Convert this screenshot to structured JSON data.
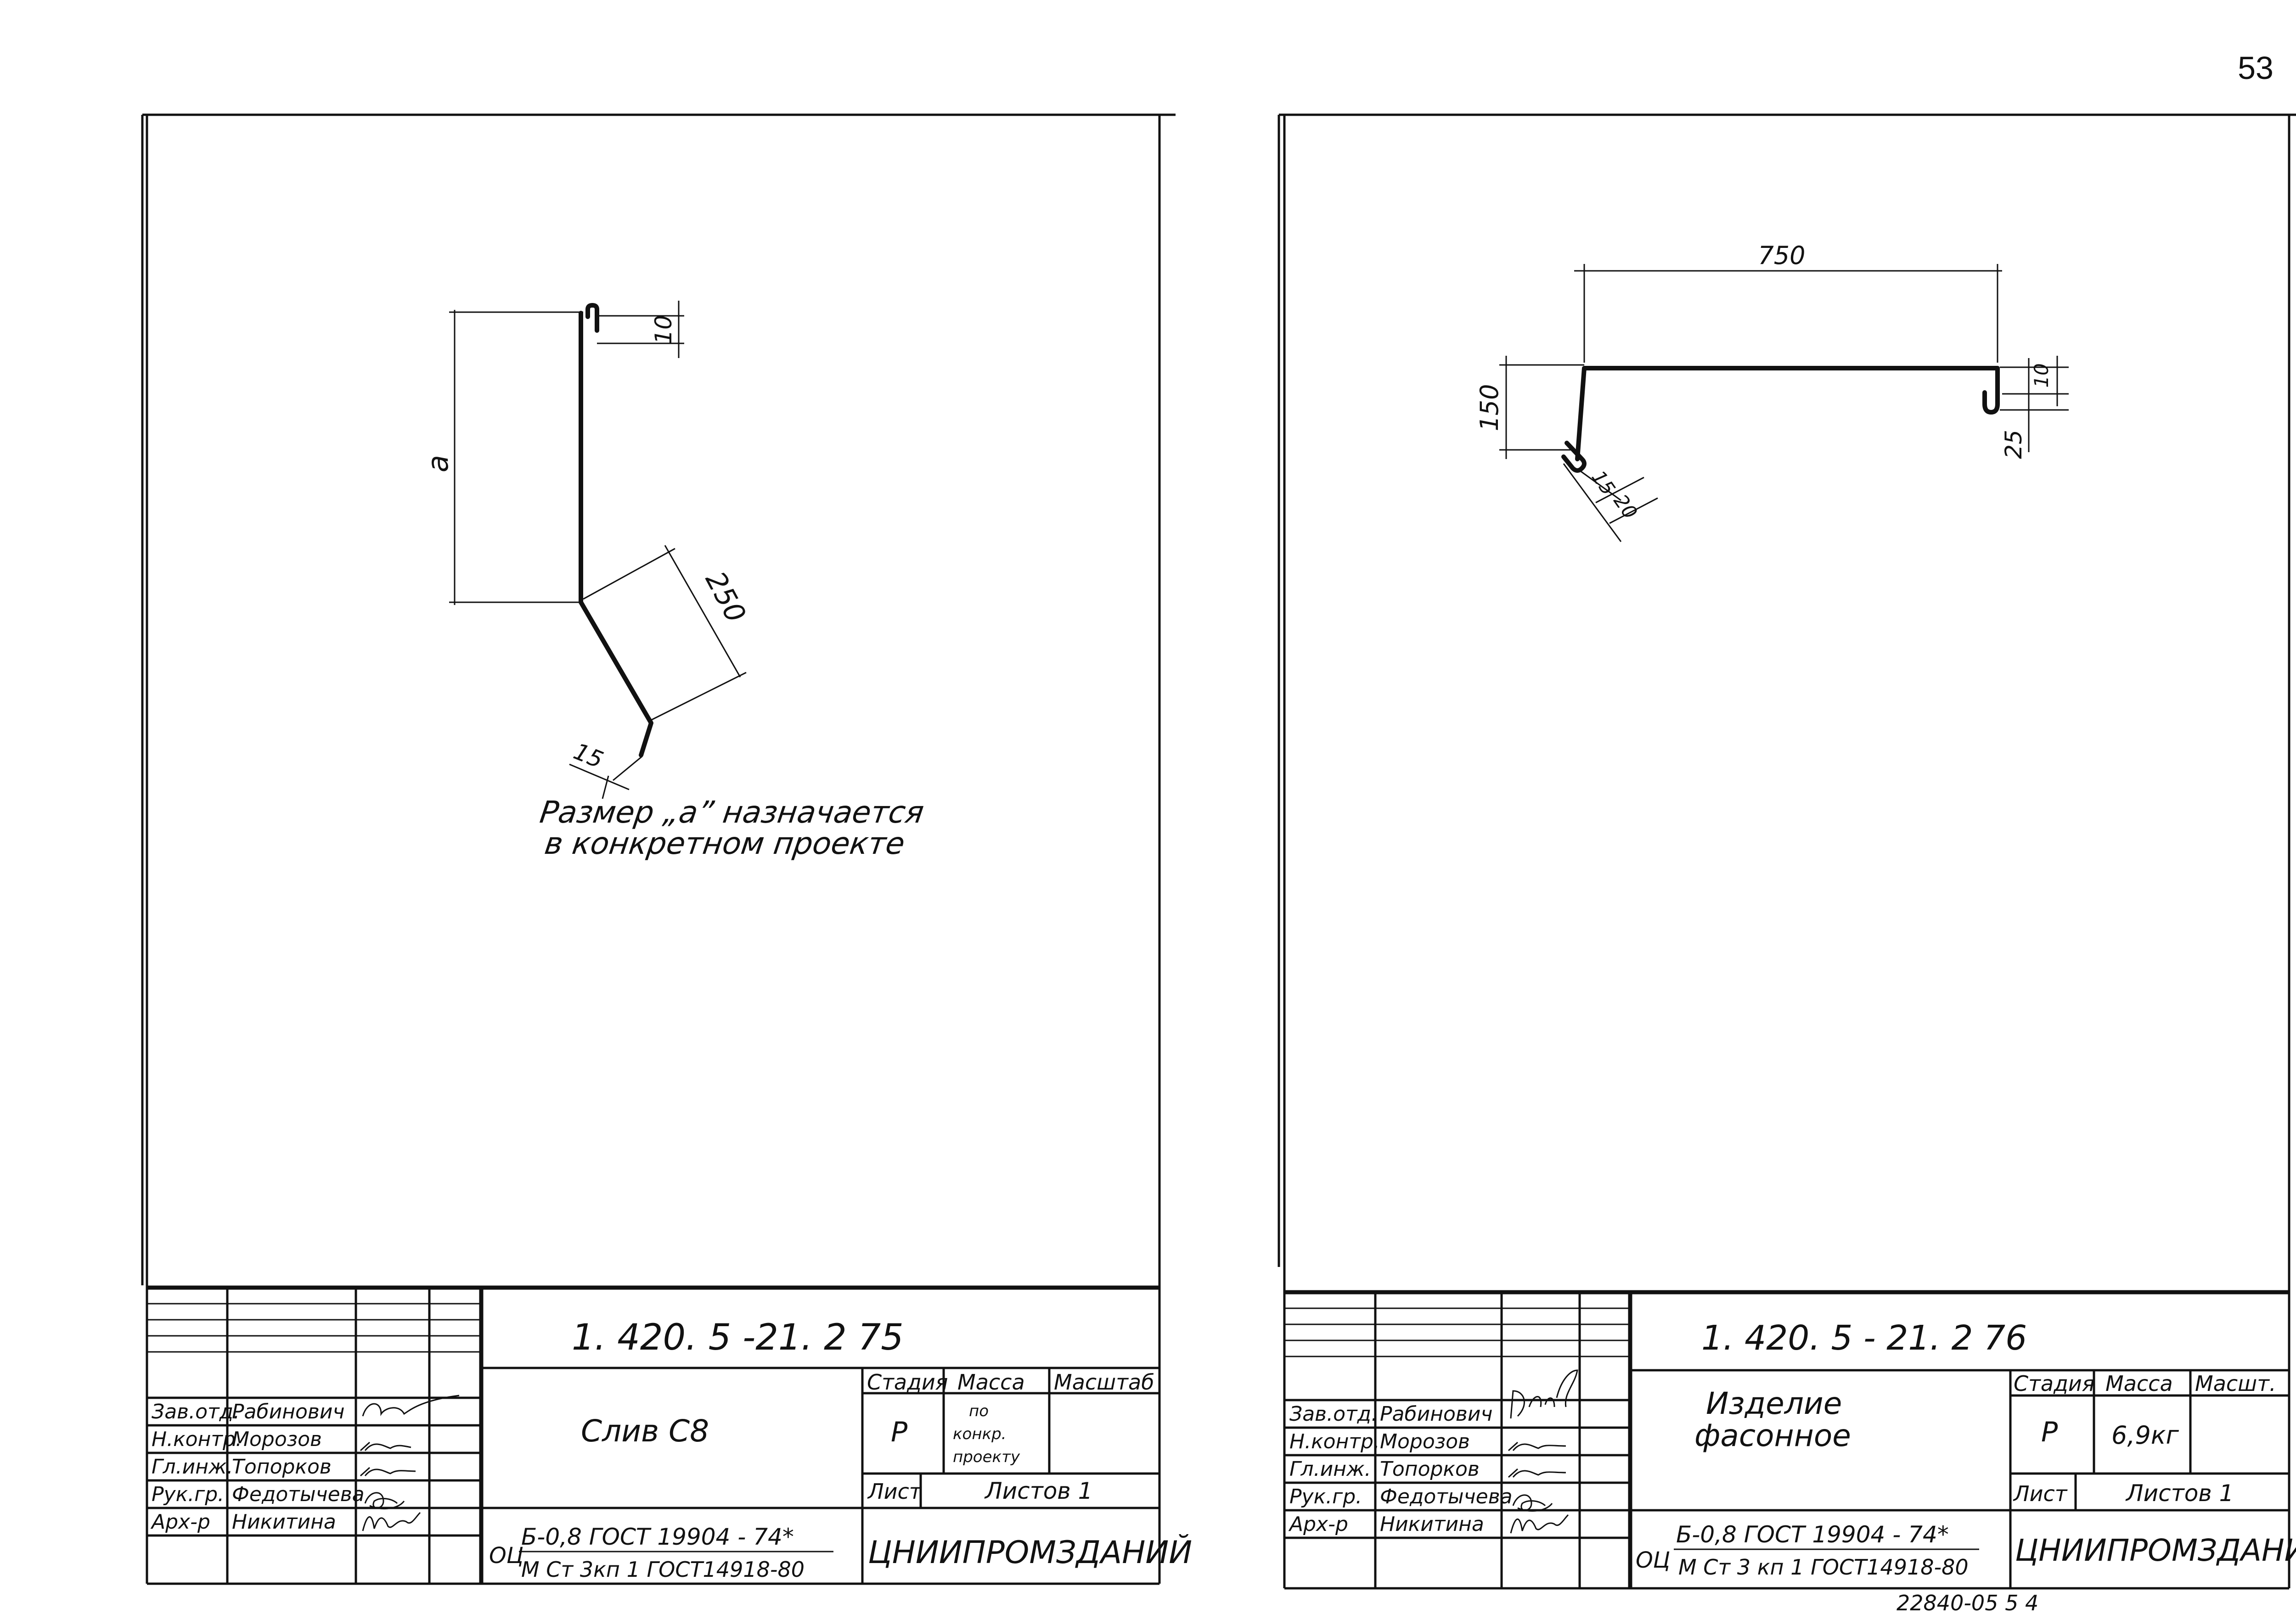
{
  "page_number": "53",
  "footer_code": "22840-05   5 4",
  "sheets": [
    {
      "id": "left",
      "designation": "1. 420. 5  -21. 2   75",
      "title_lines": [
        "Слив  С8"
      ],
      "stage_header": "Стадия",
      "mass_header": "Масса",
      "scale_header": "Масштаб",
      "stage": "Р",
      "mass_lines": [
        "по",
        "конкр.",
        "проекту"
      ],
      "sheet_label": "Лист",
      "sheets_label": "Листов 1",
      "material_prefix": "ОЦ",
      "material_top": "Б-0,8  ГОСТ 19904 - 74*",
      "material_bottom": "М Ст 3кп 1 ГОСТ14918-80",
      "organization": "ЦНИИПРОМЗДАНИЙ",
      "staff": [
        {
          "role": "Зав.отд.",
          "name": "Рабинович",
          "signature": "Рабинович"
        },
        {
          "role": "Н.контр.",
          "name": "Морозов",
          "signature": "Топорков"
        },
        {
          "role": "Гл.инж.",
          "name": "Топорков",
          "signature": "Топорков"
        },
        {
          "role": "Рук.гр.",
          "name": "Федотычева",
          "signature": "Федотычева"
        },
        {
          "role": "Арх-р",
          "name": "Никитина",
          "signature": "Никитина"
        }
      ],
      "dimensions": {
        "a": "а",
        "d10": "10",
        "d250": "250",
        "d15": "15"
      },
      "note_lines": [
        "Размер  „а”  назначается",
        "в  конкретном    проекте"
      ]
    },
    {
      "id": "right",
      "designation": "1. 420. 5  -  21.  2   76",
      "title_lines": [
        "Изделие",
        "фасонное"
      ],
      "stage_header": "Стадия",
      "mass_header": "Масса",
      "scale_header": "Масшт.",
      "stage": "Р",
      "mass_lines": [
        "6,9кг"
      ],
      "sheet_label": "Лист",
      "sheets_label": "Листов 1",
      "material_prefix": "ОЦ",
      "material_top": "Б-0,8  ГОСТ  19904 - 74*",
      "material_bottom": "М Ст  3 кп  1 ГОСТ14918-80",
      "organization": "ЦНИИПРОМЗДАНИЙ",
      "staff": [
        {
          "role": "Зав.отд.",
          "name": "Рабинович",
          "signature": "Рабинович"
        },
        {
          "role": "Н.контр.",
          "name": "Морозов",
          "signature": "Топорков"
        },
        {
          "role": "Гл.инж.",
          "name": "Топорков",
          "signature": "Топорков"
        },
        {
          "role": "Рук.гр.",
          "name": "Федотычева",
          "signature": "Федотычева"
        },
        {
          "role": "Арх-р",
          "name": "Никитина",
          "signature": "Никитина"
        }
      ],
      "dimensions": {
        "d750": "750",
        "d150": "150",
        "d10": "10",
        "d25": "25",
        "d15": "15",
        "d20": "20"
      }
    }
  ]
}
